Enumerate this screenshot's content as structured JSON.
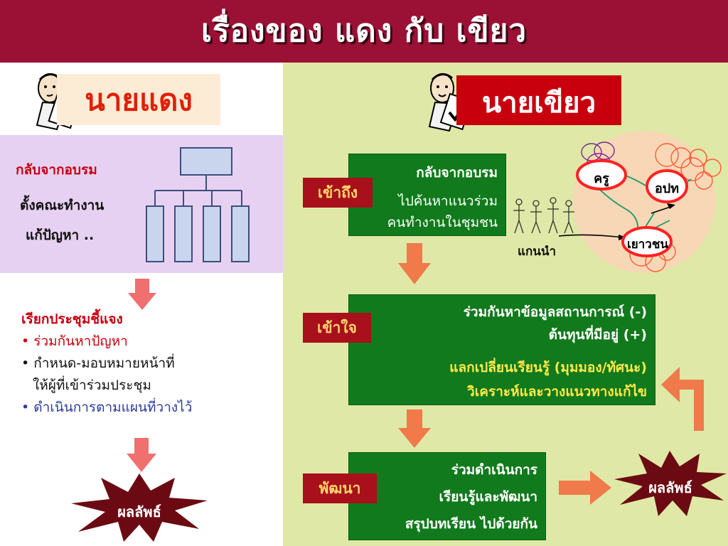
{
  "title": "เรื่องของ แดง กับ เขียว",
  "left": {
    "name": "นายแดง",
    "box_lines": [
      "กลับจากอบรม",
      "ตั้งคณะทำงาน",
      "แก้ปัญหา .."
    ],
    "meeting_heading": "เรียกประชุมชี้แจง",
    "bullets": [
      {
        "text": "ร่วมกันหาปัญหา",
        "color": "#c8000e"
      },
      {
        "text": "กำหนด-มอบหมายหน้าที่",
        "text2": "ให้ผู้ที่เข้าร่วมประชุม",
        "color": "#111111"
      },
      {
        "text": "ดำเนินการตามแผนที่วางไว้",
        "color": "#2b3aa0"
      }
    ],
    "result": "ผลลัพธ์"
  },
  "right": {
    "name": "นายเขียว",
    "stages": [
      {
        "label": "เข้าถึง",
        "lines": [
          "กลับจากอบรม",
          "ไปค้นหาแนวร่วม",
          "คนทำงานในชุมชน"
        ]
      },
      {
        "label": "เข้าใจ",
        "lines": [
          "ร่วมกันหาข้อมูลสถานการณ์ (-)",
          "ต้นทุนที่มีอยู่ (+)",
          "แลกเปลี่ยนเรียนรู้ (มุมมอง/ทัศนะ)",
          "วิเคราะห์และวางแนวทางแก้ไข"
        ]
      },
      {
        "label": "พัฒนา",
        "lines": [
          "ร่วมดำเนินการ",
          "เรียนรู้และพัฒนา",
          "สรุปบทเรียน ไปด้วยกัน"
        ]
      }
    ],
    "network": {
      "nodes": [
        "ครู",
        "อปท",
        "เยาวชน"
      ],
      "leader_label": "แกนนำ"
    },
    "result": "ผลลัพธ์"
  },
  "colors": {
    "title_bg": "#9b1035",
    "right_bg": "#dfe8a6",
    "green_box": "#117a1c",
    "stage_label": "#a8101c",
    "accent_red": "#c8000e"
  },
  "icons": [
    "thinking-man-question-icon",
    "thinking-man-check-icon"
  ]
}
